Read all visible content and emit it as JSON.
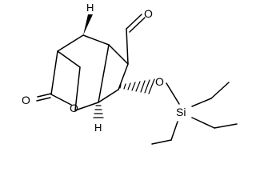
{
  "molecule": {
    "atom_labels": {
      "carbonyl_o": "O",
      "ring_o": "O",
      "aldehyde_o": "O",
      "ether_o": "O",
      "silicon": "Si",
      "h_top": "H",
      "h_bottom": "H"
    }
  }
}
